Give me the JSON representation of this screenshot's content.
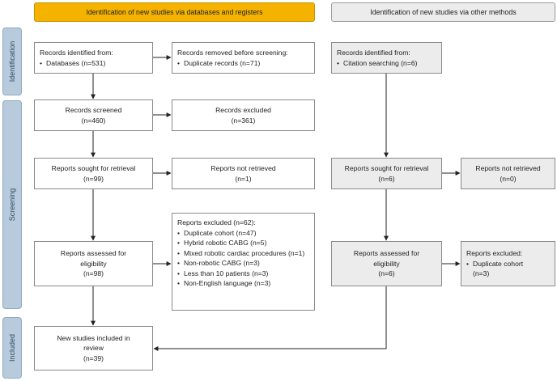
{
  "headers": {
    "databases": "Identification of new studies via databases and registers",
    "other": "Identification of new studies via other methods"
  },
  "phases": {
    "identification": "Identification",
    "screening": "Screening",
    "included": "Included"
  },
  "db": {
    "identified": {
      "title": "Records identified from:",
      "items": [
        "Databases (n=531)"
      ]
    },
    "removed": {
      "title": "Records removed before screening:",
      "items": [
        "Duplicate records (n=71)"
      ]
    },
    "screened": {
      "line1": "Records screened",
      "line2": "(n=460)"
    },
    "excluded": {
      "line1": "Records excluded",
      "line2": "(n=361)"
    },
    "sought": {
      "line1": "Reports sought for retrieval",
      "line2": "(n=99)"
    },
    "not_retrieved": {
      "line1": "Reports not retrieved",
      "line2": "(n=1)"
    },
    "assessed": {
      "line1": "Reports assessed for",
      "line2": "eligibility",
      "line3": "(n=98)"
    },
    "reports_excluded": {
      "title": "Reports excluded (n=62):",
      "items": [
        "Duplicate cohort (n=47)",
        "Hybrid robotic CABG (n=5)",
        "Mixed robotic cardiac procedures (n=1)",
        "Non-robotic CABG (n=3)",
        "Less than 10 patients (n=3)",
        "Non-English language (n=3)"
      ]
    },
    "included": {
      "line1": "New studies included in",
      "line2": "review",
      "line3": "(n=39)"
    }
  },
  "other": {
    "identified": {
      "title": "Records identified from:",
      "items": [
        "Citation searching (n=6)"
      ]
    },
    "sought": {
      "line1": "Reports sought for retrieval",
      "line2": "(n=6)"
    },
    "not_retrieved": {
      "line1": "Reports not retrieved",
      "line2": "(n=0)"
    },
    "assessed": {
      "line1": "Reports assessed for",
      "line2": "eligibility",
      "line3": "(n=6)"
    },
    "reports_excluded": {
      "title": "Reports excluded:",
      "items": [
        "Duplicate cohort"
      ],
      "count": "(n=3)"
    }
  }
}
